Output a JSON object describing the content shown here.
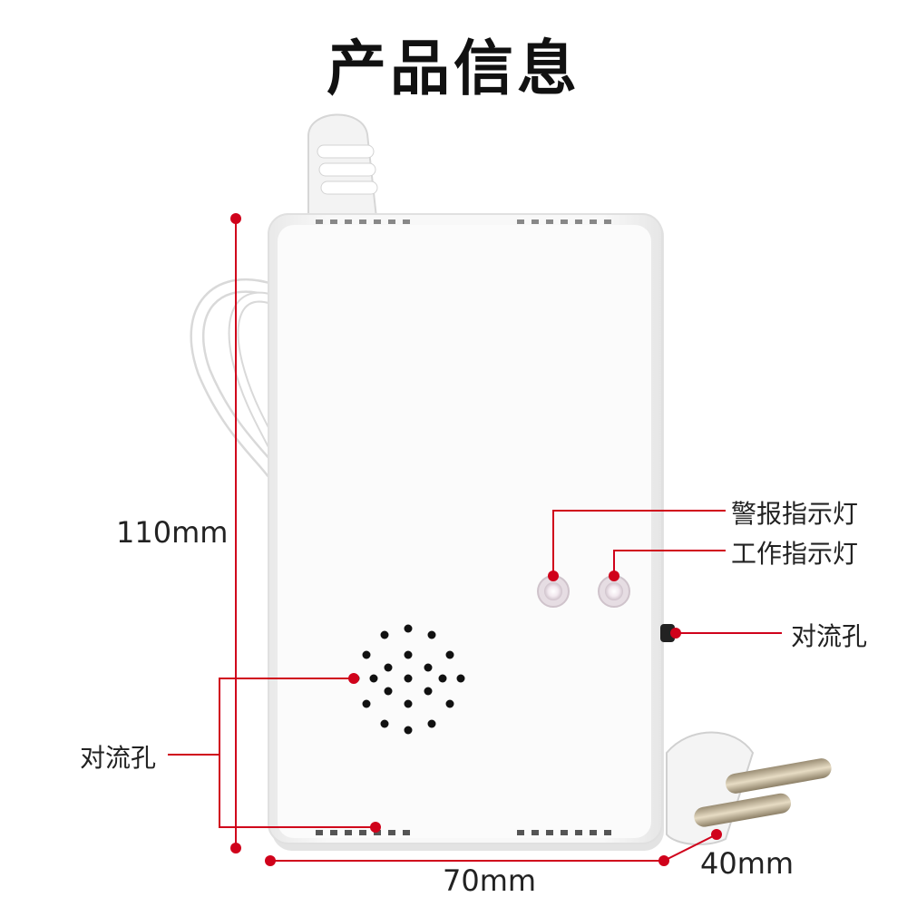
{
  "title": "产品信息",
  "dimensions": {
    "height": "110mm",
    "width": "70mm",
    "depth": "40mm"
  },
  "callouts": {
    "alarm_indicator": "警报指示灯",
    "work_indicator": "工作指示灯",
    "side_vent": "对流孔",
    "front_vent": "对流孔"
  },
  "colors": {
    "accent": "#d0021b",
    "device": "#f7f7f7"
  }
}
